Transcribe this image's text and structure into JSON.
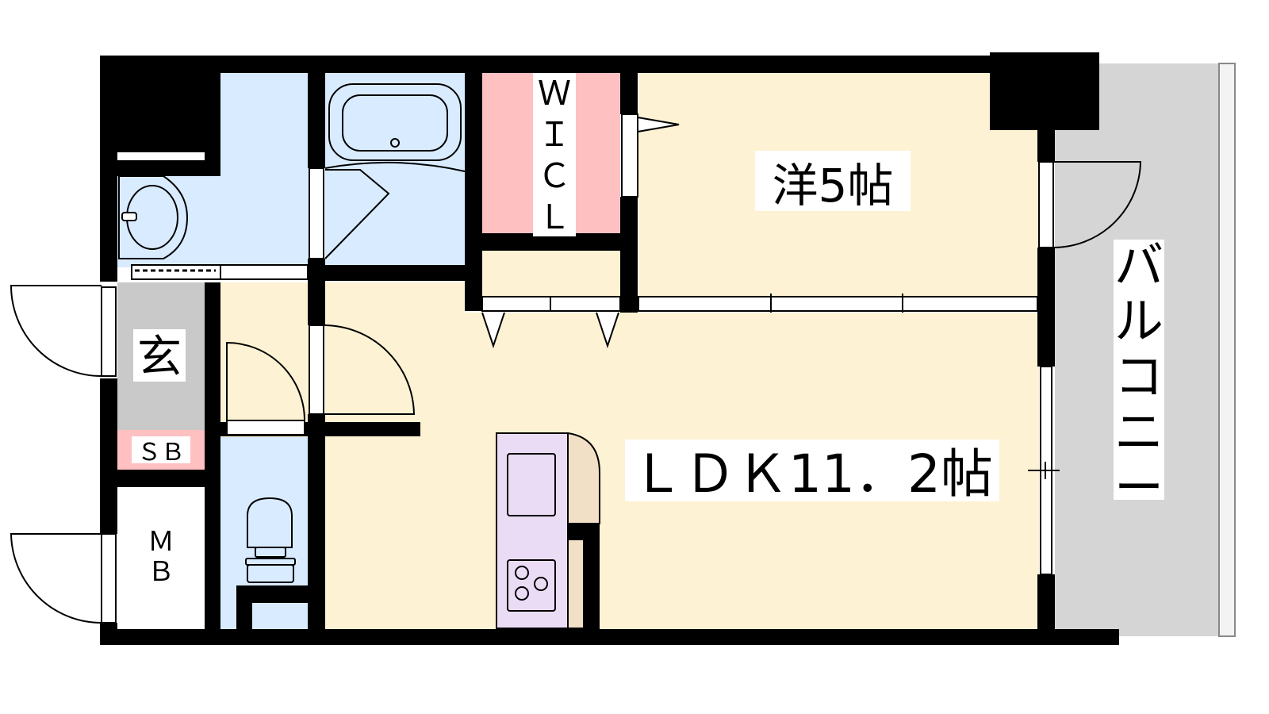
{
  "rooms": {
    "western": {
      "label": "洋5帖"
    },
    "ldk": {
      "label": "ＬＤＫ11．2帖"
    },
    "balcony": {
      "label": "バルコニー"
    },
    "entrance": {
      "label": "玄"
    },
    "shoe_box": {
      "label": "ＳＢ"
    },
    "meter_box": {
      "label": "Ｍ\nＢ"
    },
    "walk_in_closet": {
      "label": "Ｗ\nＩ\nＣ\nＬ"
    }
  },
  "colors": {
    "wall": "#000000",
    "wet_area": "#d9ebff",
    "living": "#fdf2d3",
    "closet": "#ffc0c2",
    "entrance": "#c9c9c9",
    "shoe_box": "#ffc0c2",
    "balcony": "#d5d5d5",
    "kitchen": "#eadcf5",
    "counter": "#f1dfc6"
  }
}
